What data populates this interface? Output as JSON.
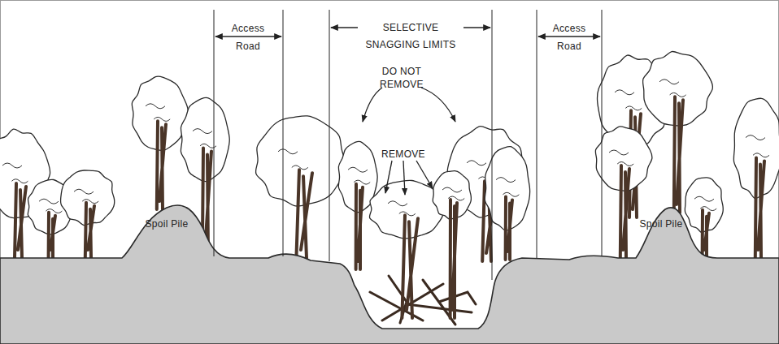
{
  "diagram": {
    "labels": [
      "Access Road",
      "SELECTIVE SNAGGING LIMITS",
      "Access Road",
      "DO NOT REMOVE",
      "REMOVE",
      "Spoil Pile",
      "Spoil Pile"
    ]
  }
}
